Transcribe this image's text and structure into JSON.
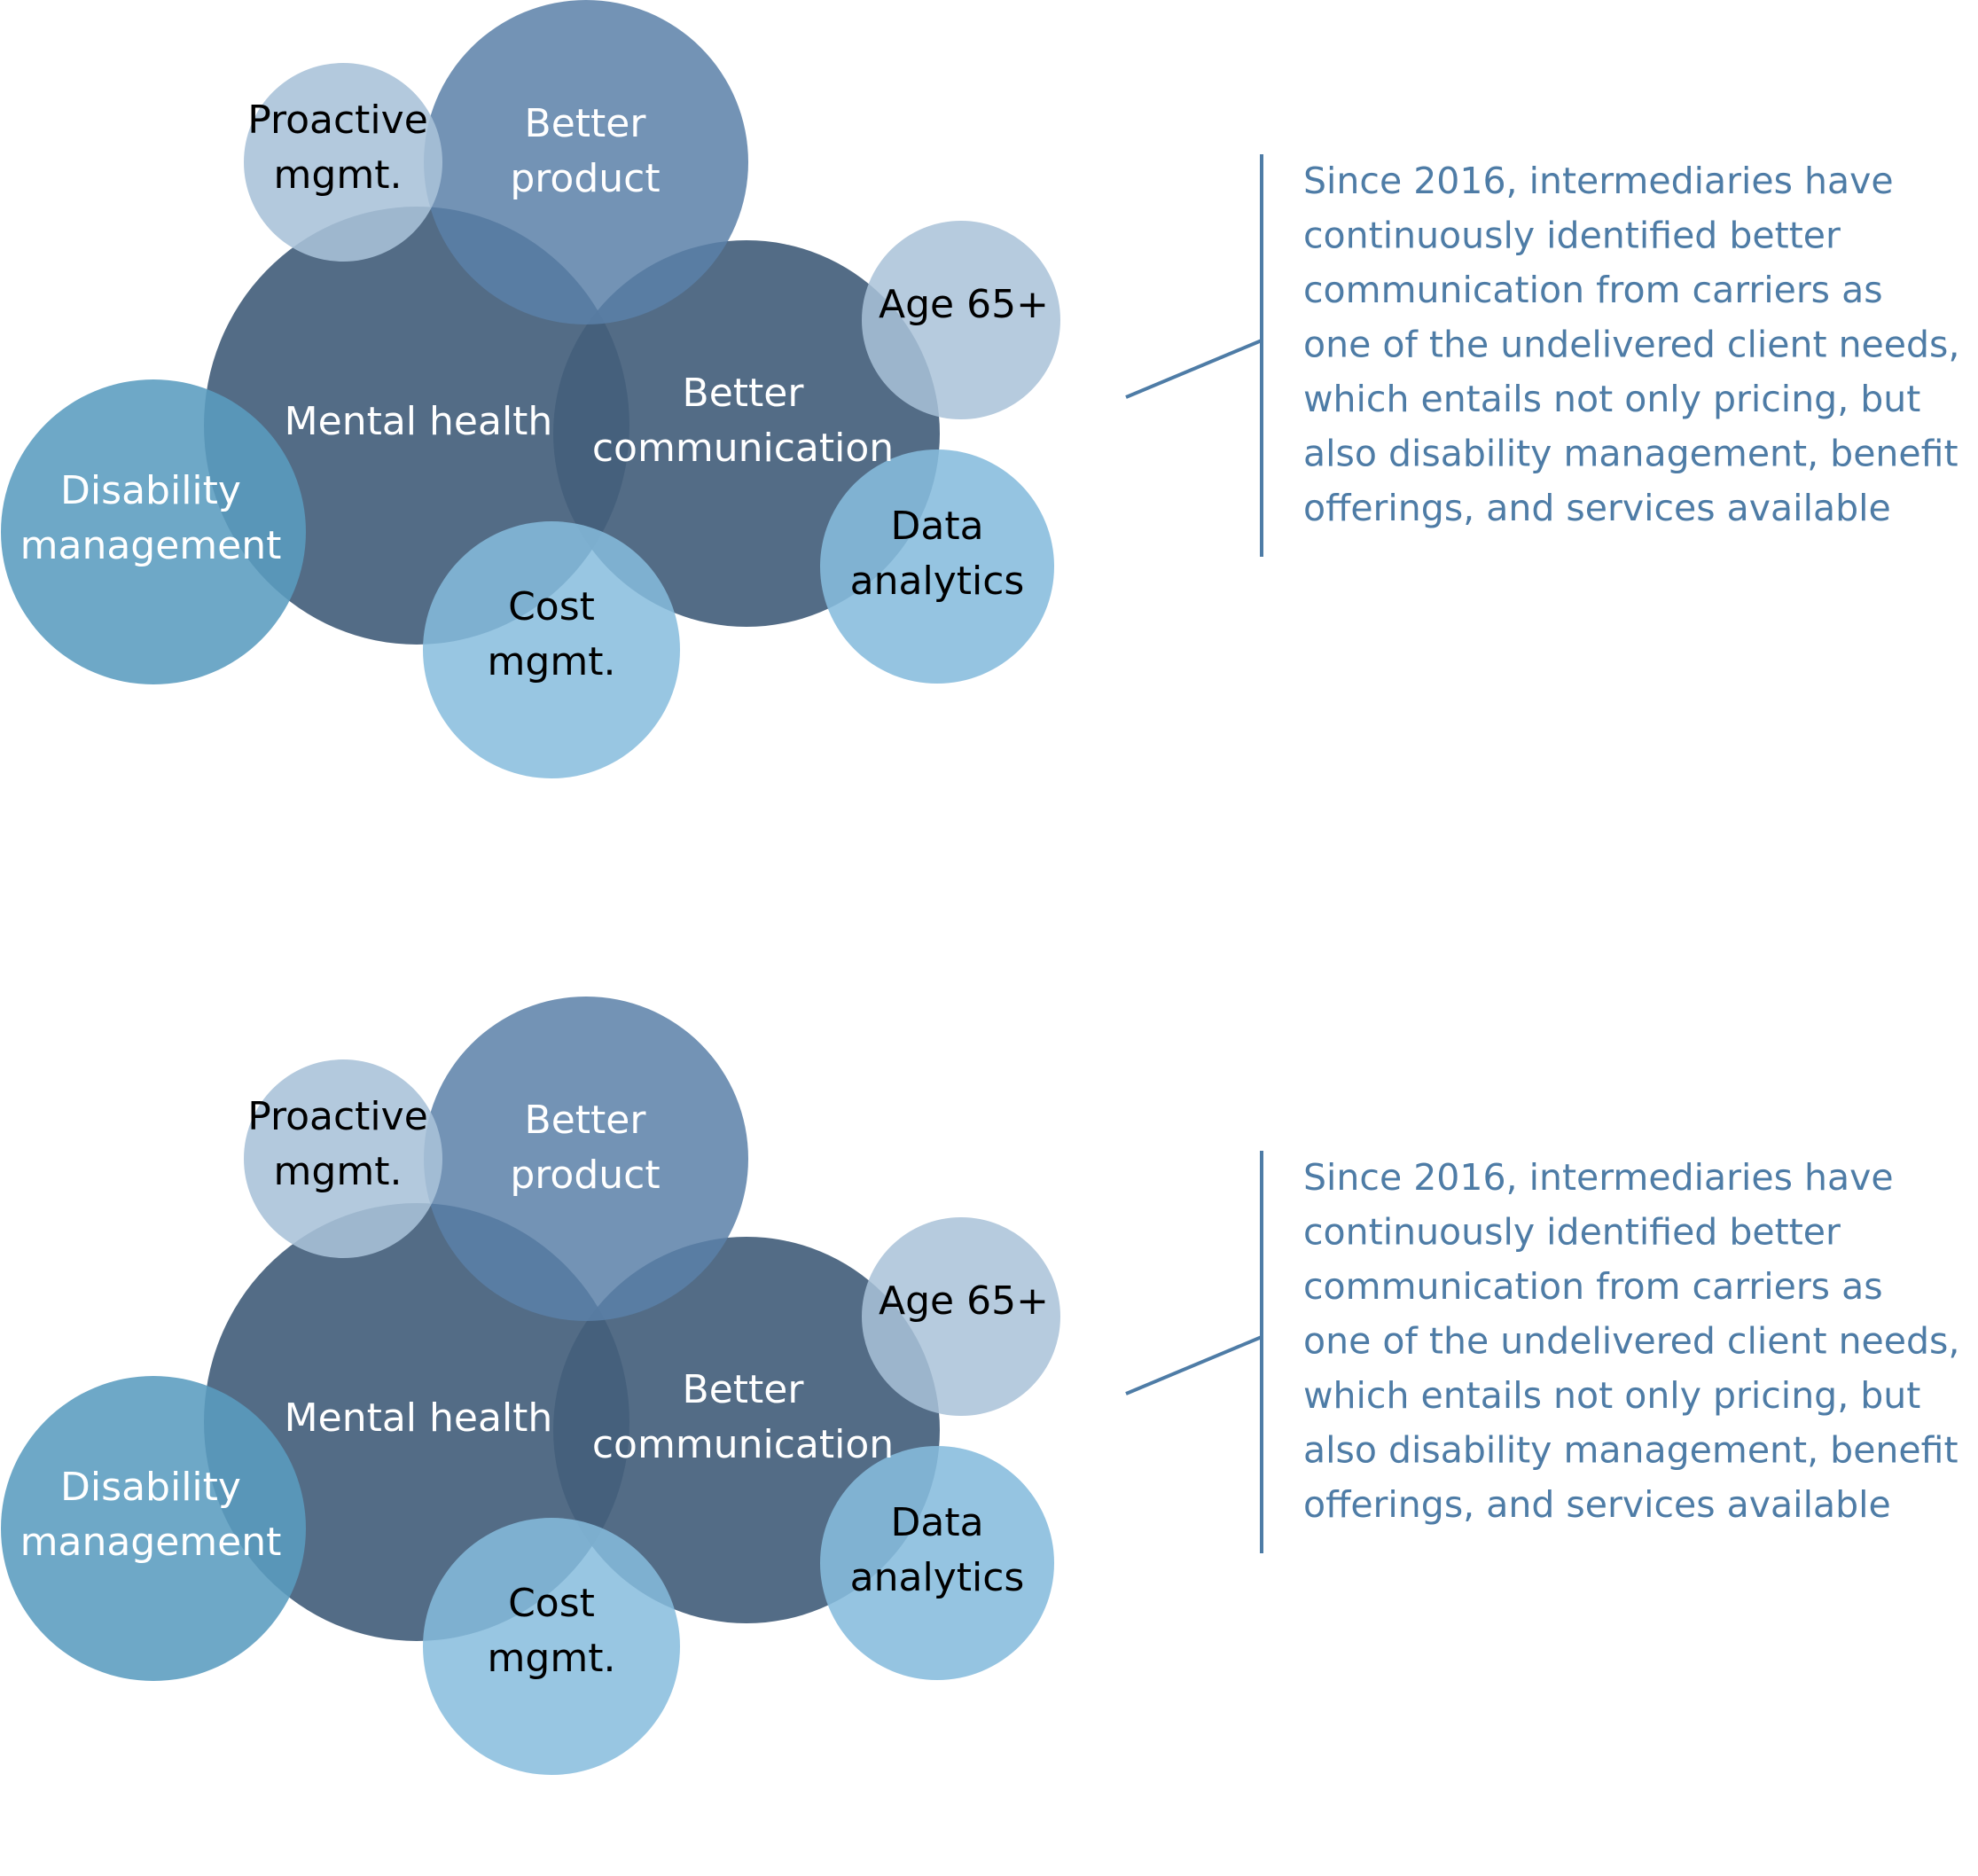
{
  "colors": {
    "dark_bubble": "#44607c",
    "medium_bubble": "#5b80a8",
    "light_bubble": "#a9c2d8",
    "teal_bubble": "#5a9cbf",
    "sky_bubble": "#86bcdd",
    "callout": "#4e7ca6",
    "background": "#ffffff"
  },
  "panels": [
    {
      "bubbles": [
        {
          "id": "mental-health",
          "label": "Mental health",
          "tone": "dark_bubble",
          "text_color": "#ffffff"
        },
        {
          "id": "better-communication",
          "label": "Better communication",
          "tone": "dark_bubble",
          "text_color": "#ffffff"
        },
        {
          "id": "better-product",
          "label": "Better product",
          "tone": "medium_bubble",
          "text_color": "#ffffff"
        },
        {
          "id": "proactive-mgmt",
          "label": "Proactive mgmt.",
          "tone": "light_bubble",
          "text_color": "#000000"
        },
        {
          "id": "age-65",
          "label": "Age 65+",
          "tone": "light_bubble",
          "text_color": "#000000"
        },
        {
          "id": "disability-management",
          "label": "Disability management",
          "tone": "teal_bubble",
          "text_color": "#ffffff"
        },
        {
          "id": "cost-mgmt",
          "label": "Cost mgmt.",
          "tone": "sky_bubble",
          "text_color": "#000000"
        },
        {
          "id": "data-analytics",
          "label": "Data analytics",
          "tone": "sky_bubble",
          "text_color": "#000000"
        }
      ],
      "callout": {
        "lines": [
          "Since 2016, intermediaries have",
          "continuously identified better",
          "communication from carriers as",
          "one of the undelivered client needs,",
          "which entails not only pricing, but",
          "also disability management, benefit",
          "offerings, and services available"
        ]
      }
    },
    {
      "bubbles": [
        {
          "id": "mental-health",
          "label": "Mental health",
          "tone": "dark_bubble",
          "text_color": "#ffffff"
        },
        {
          "id": "better-communication",
          "label": "Better communication",
          "tone": "dark_bubble",
          "text_color": "#ffffff"
        },
        {
          "id": "better-product",
          "label": "Better product",
          "tone": "medium_bubble",
          "text_color": "#ffffff"
        },
        {
          "id": "proactive-mgmt",
          "label": "Proactive mgmt.",
          "tone": "light_bubble",
          "text_color": "#000000"
        },
        {
          "id": "age-65",
          "label": "Age 65+",
          "tone": "light_bubble",
          "text_color": "#000000"
        },
        {
          "id": "disability-management",
          "label": "Disability management",
          "tone": "teal_bubble",
          "text_color": "#ffffff"
        },
        {
          "id": "cost-mgmt",
          "label": "Cost mgmt.",
          "tone": "sky_bubble",
          "text_color": "#000000"
        },
        {
          "id": "data-analytics",
          "label": "Data analytics",
          "tone": "sky_bubble",
          "text_color": "#000000"
        }
      ],
      "callout": {
        "lines": [
          "Since 2016, intermediaries have",
          "continuously identified better",
          "communication from carriers as",
          "one of the undelivered client needs,",
          "which entails not only pricing, but",
          "also disability management, benefit",
          "offerings, and services available"
        ]
      }
    }
  ]
}
